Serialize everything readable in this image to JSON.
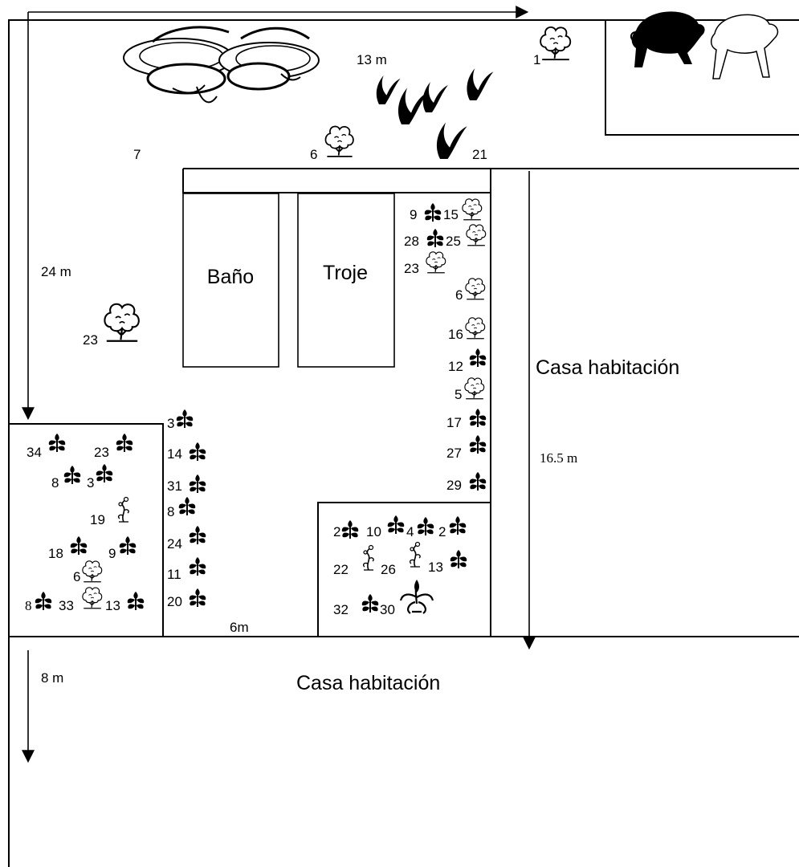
{
  "rooms": {
    "bano": "Baño",
    "troje": "Troje"
  },
  "areas": {
    "house_right": "Casa habitación",
    "house_bottom": "Casa habitación"
  },
  "dimensions": {
    "width_top": "13 m",
    "height_left": "24 m",
    "height_house": "16.5 m",
    "gap_bottom": "6m",
    "height_bottom": "8 m"
  },
  "labels": {
    "top_tree_1": "1",
    "tree_23_left": "23",
    "tree_6_top": "6",
    "yard_7": "7",
    "plant_21": "21",
    "col_right_top": [
      "9",
      "15",
      "28",
      "25",
      "23"
    ],
    "col_right": [
      "6",
      "16",
      "12",
      "5",
      "17",
      "27",
      "29"
    ],
    "col_middle": [
      "3",
      "14",
      "31",
      "8",
      "24",
      "11",
      "20"
    ],
    "plot_left": [
      "34",
      "23",
      "8",
      "3",
      "19",
      "18",
      "9",
      "6",
      "8",
      "33",
      "13"
    ],
    "plot_right": [
      "2",
      "10",
      "4",
      "2",
      "22",
      "26",
      "13",
      "32",
      "30"
    ]
  },
  "icons": {
    "tree": "tree-icon",
    "plant": "leafy-plant-icon",
    "flower": "flowering-herb-icon",
    "agave": "agave-icon",
    "pig": "pig-icon",
    "squash": "squash-icon"
  }
}
